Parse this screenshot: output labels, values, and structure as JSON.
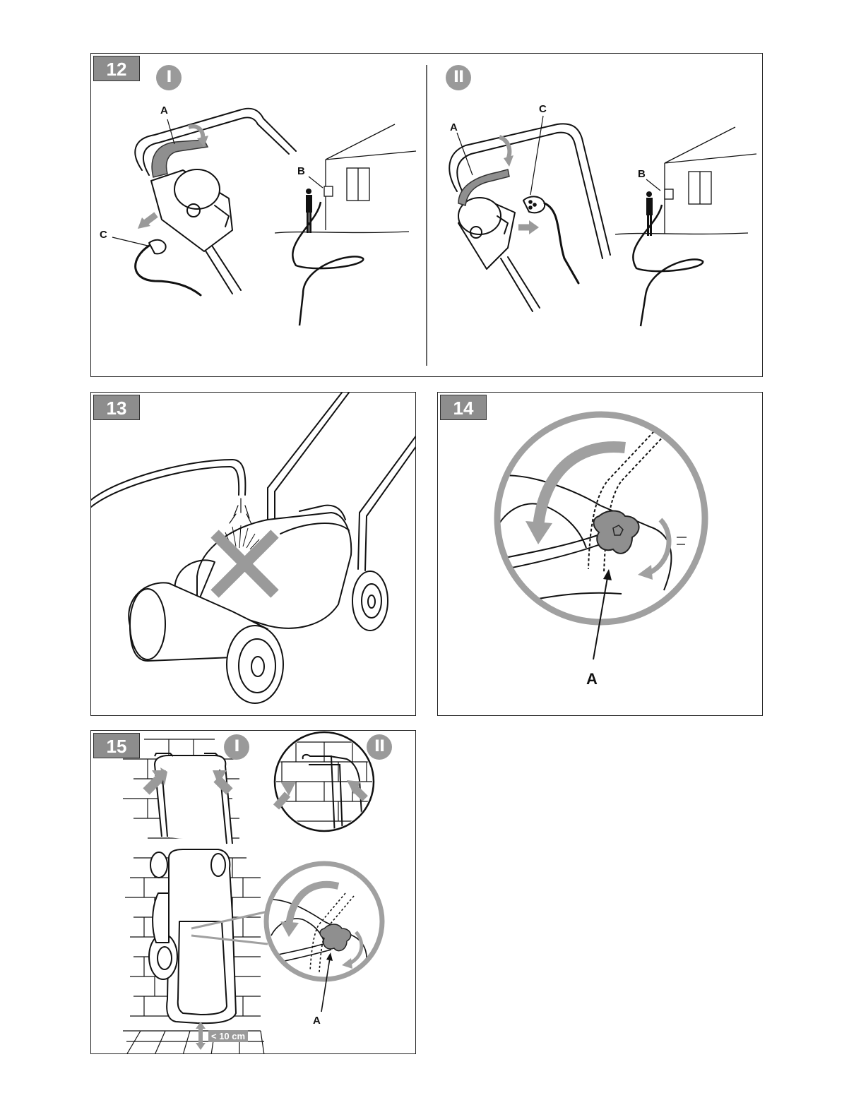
{
  "figures": [
    {
      "number": "12",
      "steps": [
        "I",
        "II"
      ],
      "labels_step_1": [
        "A",
        "B",
        "C"
      ],
      "labels_step_2": [
        "A",
        "B",
        "C"
      ]
    },
    {
      "number": "13"
    },
    {
      "number": "14",
      "labels": [
        "A"
      ]
    },
    {
      "number": "15",
      "steps": [
        "I",
        "II"
      ],
      "labels": [
        "A"
      ],
      "measurement": "< 10 cm"
    }
  ],
  "colors": {
    "frame": "#222222",
    "badge": "#8d8d8d",
    "arrow": "#9a9a9a",
    "line": "#111111"
  }
}
